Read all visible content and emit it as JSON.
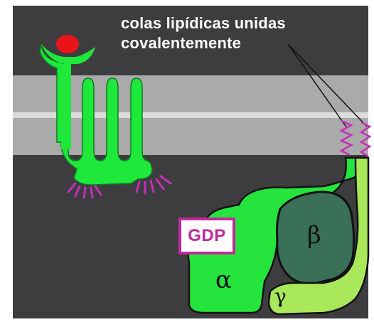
{
  "caption": {
    "line1": "colas lipídicas unidas",
    "line2": "covalentemente"
  },
  "labels": {
    "gdp": "GDP",
    "alpha": "α",
    "beta": "β",
    "gamma": "γ"
  },
  "colors": {
    "background": "#3d3d3f",
    "membrane": "#a9aaa9",
    "membrane_line": "#dcdcdc",
    "receptor_green": "#1ee83a",
    "ligand_red": "#e8141a",
    "lipid_magenta": "#c42fb8",
    "alpha_green": "#26e43e",
    "beta_dark": "#3a6f58",
    "gamma_yellow_green": "#a9e85a",
    "outline": "#111111"
  }
}
